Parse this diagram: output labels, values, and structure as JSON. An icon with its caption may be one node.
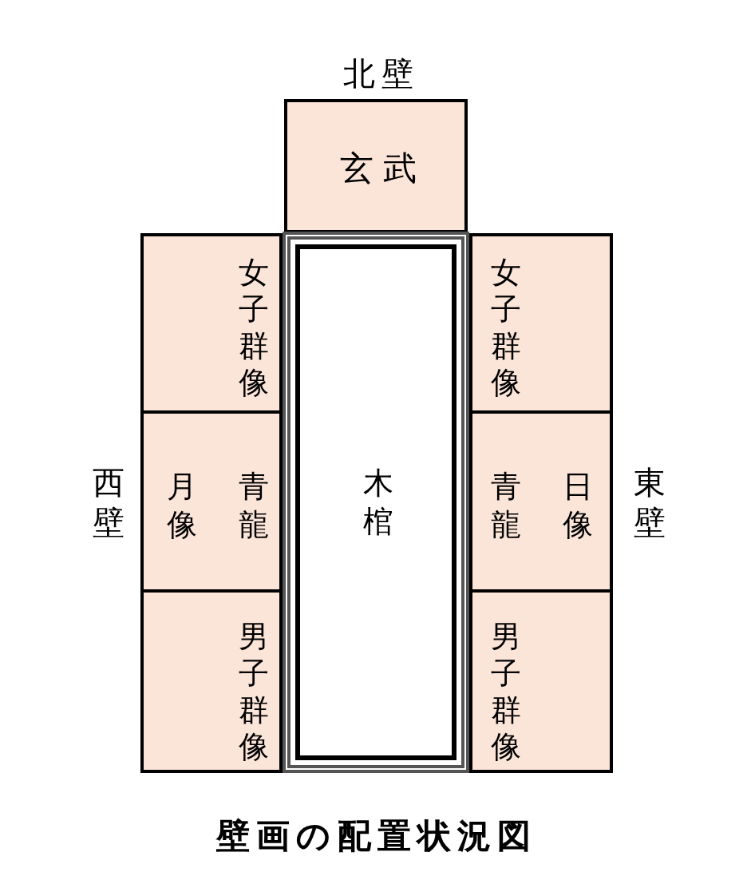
{
  "diagram": {
    "title": "壁画の配置状況図",
    "nodes": [
      {
        "text": [
          "玄武"
        ]
      },
      {
        "text": [
          "女子群像"
        ]
      },
      {
        "text": [
          "木棺"
        ]
      },
      {
        "text": [
          "女子群像"
        ]
      },
      {
        "text": [
          "月像",
          "青龍"
        ]
      },
      {
        "text": [
          "青龍",
          "日像"
        ]
      },
      {
        "text": [
          "男子群像"
        ]
      },
      {
        "text": [
          "男子群像"
        ]
      }
    ],
    "labels": [
      "北壁",
      "西壁",
      "東壁"
    ]
  }
}
